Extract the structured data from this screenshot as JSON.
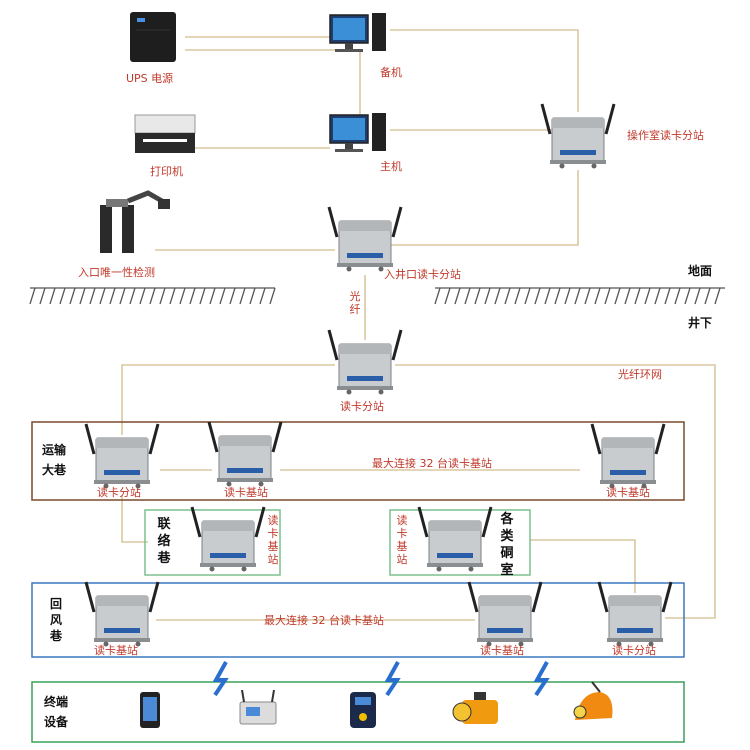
{
  "devices": {
    "ups": "UPS 电源",
    "backup": "备机",
    "printer": "打印机",
    "host": "主机",
    "op_station": "操作室读卡分站",
    "entry_detect": "入口唯一性检测",
    "well_station": "入井口读卡分站"
  },
  "levels": {
    "ground": "地面",
    "underground": "井下"
  },
  "links": {
    "fiber": "光纤",
    "ring": "光纤环网"
  },
  "main_station": "读卡分站",
  "transport": {
    "title": "运输大巷",
    "sub": "读卡分站",
    "base1": "读卡基站",
    "max": "最大连接 32 台读卡基站",
    "base2": "读卡基站"
  },
  "contact": {
    "title": "联络巷",
    "base": "读卡基站"
  },
  "chamber": {
    "title": "各类硐室",
    "base": "读卡基站"
  },
  "return": {
    "title": "回风巷",
    "base1": "读卡基站",
    "max": "最大连接 32 台读卡基站",
    "base2": "读卡基站",
    "sub": "读卡分站"
  },
  "terminal": {
    "title": "终端设备"
  },
  "colors": {
    "line": "#d8c7a0",
    "transport_border": "#7a4a2a",
    "green_border": "#7cc08f",
    "blue_border": "#3a78c0",
    "label_red": "#c0392b",
    "signal": "#2a6fd0"
  },
  "icons": [
    "station-device-icon",
    "server-icon",
    "computer-icon",
    "printer-icon",
    "gate-icon",
    "phone-icon",
    "router-icon",
    "tag-icon",
    "cap-lamp-icon",
    "helmet-lamp-icon",
    "signal-icon"
  ]
}
